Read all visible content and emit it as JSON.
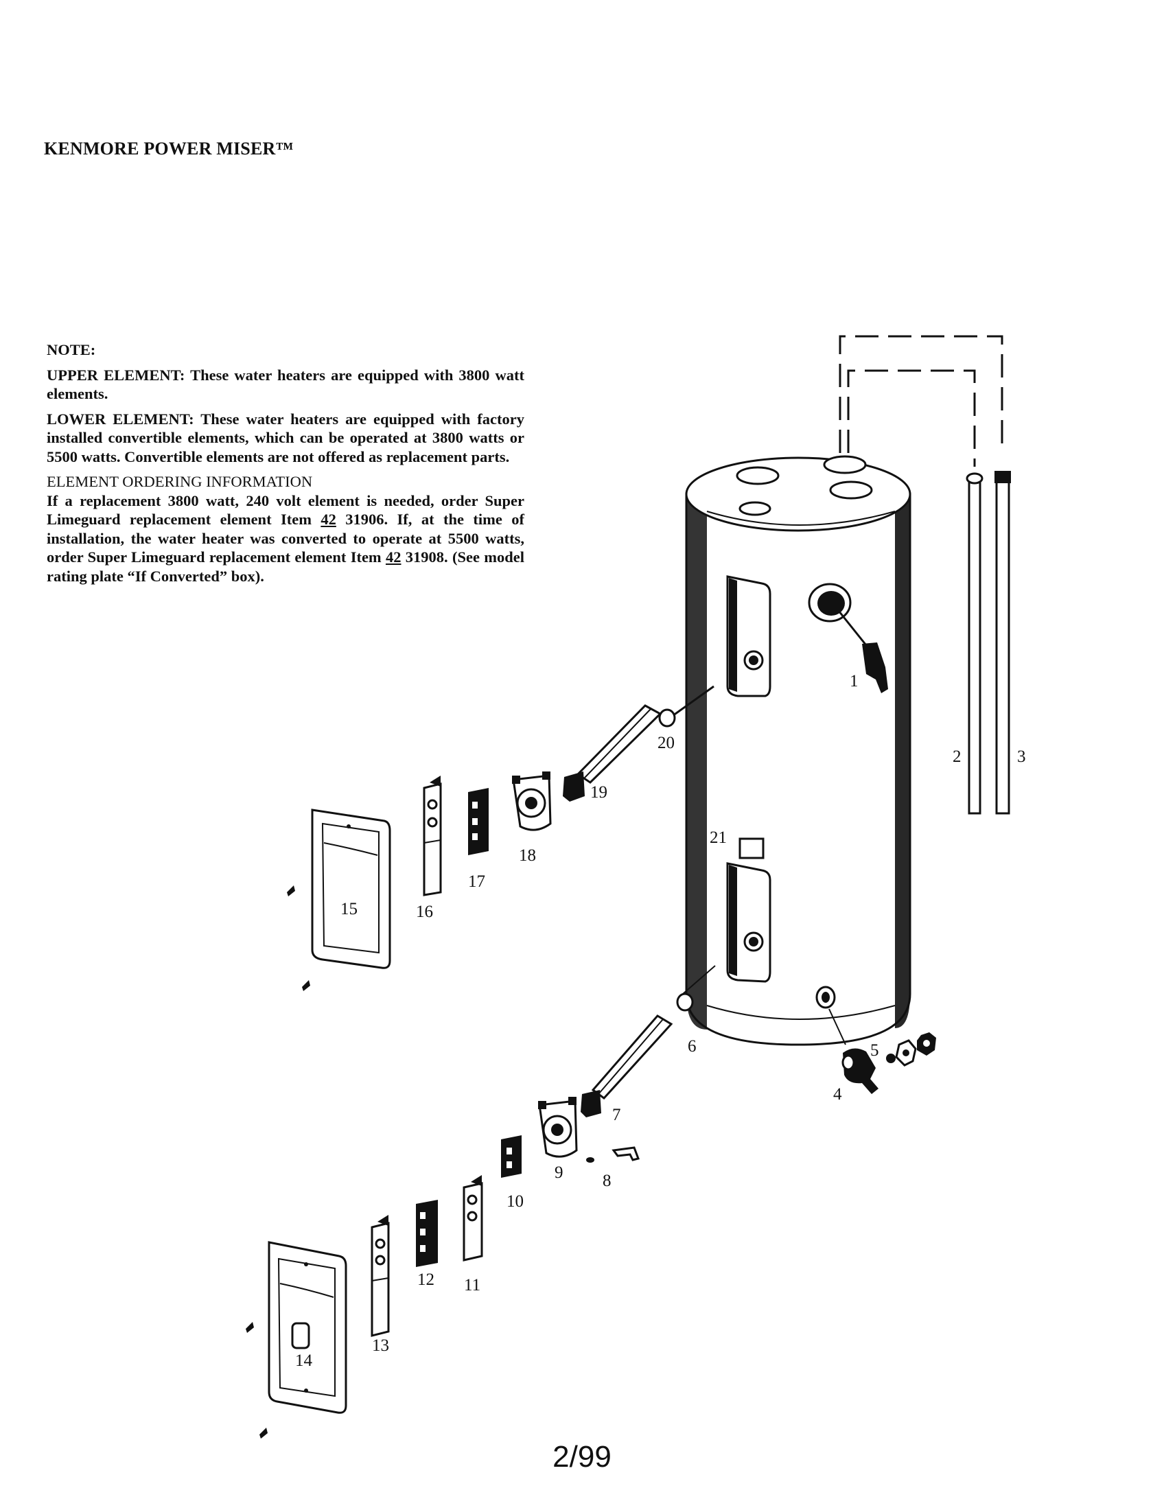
{
  "header": {
    "title": "KENMORE POWER MISER™"
  },
  "note": {
    "heading": "NOTE:",
    "upper_label": "UPPER ELEMENT:",
    "upper_text": "These water heaters are equipped with 3800 watt elements.",
    "lower_label": "LOWER ELEMENT:",
    "lower_text": "These water heaters are equipped with factory installed convertible elements, which can be operated at 3800 watts or 5500 watts. Convertible elements are not offered as replacement parts.",
    "ordering_heading": "ELEMENT ORDERING INFORMATION",
    "ordering_a": "If a replacement 3800 watt, 240 volt element is needed, order Super Limeguard replacement element Item ",
    "item_prefix_1": "42",
    "ordering_b": " 31906. If, at the time of installation, the water heater was converted to operate at 5500 watts, order Super Limeguard replacement element Item ",
    "item_prefix_2": "42",
    "ordering_c": " 31908. (See model rating plate “If Converted” box)."
  },
  "diagram": {
    "labels": {
      "p1": "1",
      "p2": "2",
      "p3": "3",
      "p4": "4",
      "p5": "5",
      "p6": "6",
      "p7": "7",
      "p8": "8",
      "p9": "9",
      "p10": "10",
      "p11": "11",
      "p12": "12",
      "p13": "13",
      "p14": "14",
      "p15": "15",
      "p16": "16",
      "p17": "17",
      "p18": "18",
      "p19": "19",
      "p20": "20",
      "p21": "21"
    }
  },
  "footer": {
    "date": "2/99"
  }
}
